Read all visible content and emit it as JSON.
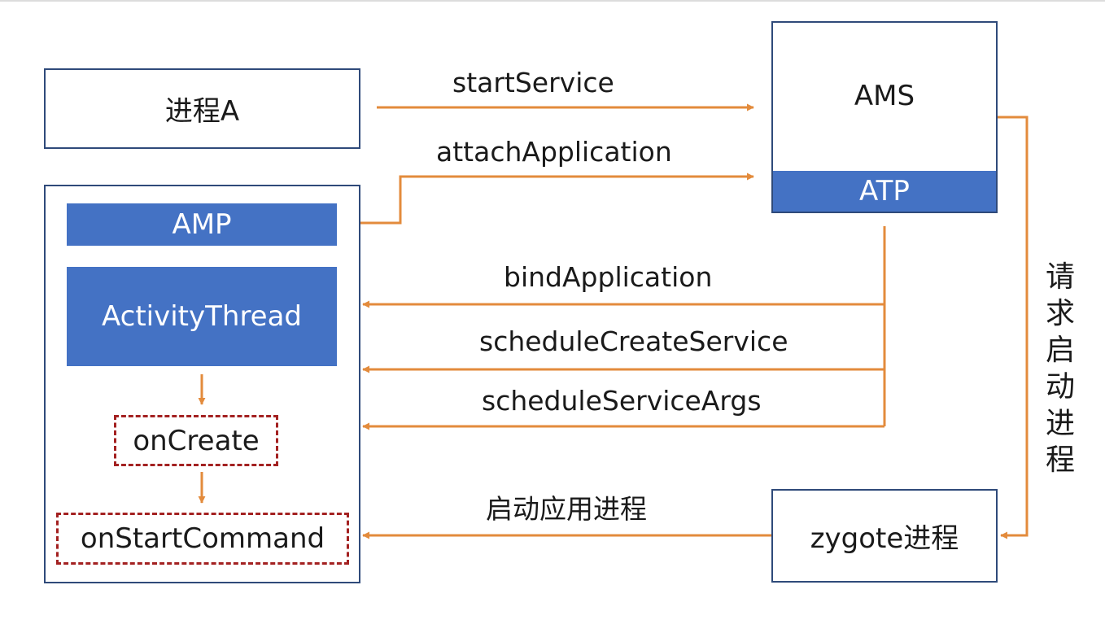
{
  "nodes": {
    "process_a": "进程A",
    "ams": "AMS",
    "atp": "ATP",
    "amp": "AMP",
    "activity_thread": "ActivityThread",
    "on_create": "onCreate",
    "on_start_command": "onStartCommand",
    "zygote": "zygote进程"
  },
  "edges": {
    "start_service": "startService",
    "attach_application": "attachApplication",
    "bind_application": "bindApplication",
    "schedule_create_service": "scheduleCreateService",
    "schedule_service_args": "scheduleServiceArgs",
    "start_app_process": "启动应用进程",
    "request_start_process": "请求启动进程"
  },
  "colors": {
    "arrow": "#e38b3c",
    "box_border": "#2f4a7a",
    "fill_blue": "#4472c4",
    "dashed_border": "#a32121"
  }
}
